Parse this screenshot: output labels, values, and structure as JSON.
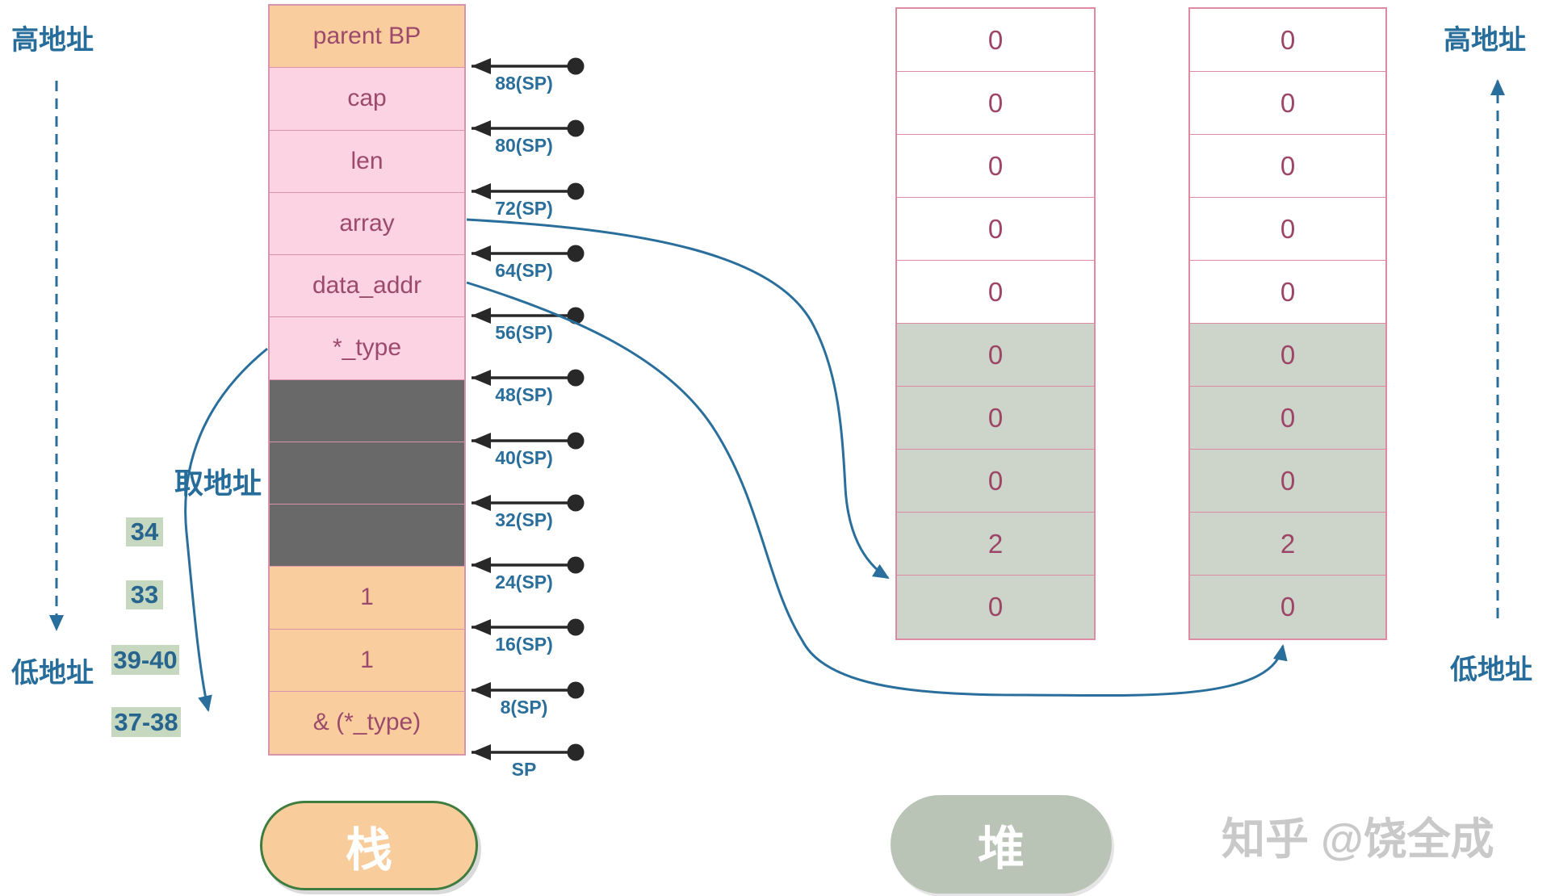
{
  "labels": {
    "high_addr": "高地址",
    "low_addr": "低地址",
    "take_address": "取地址"
  },
  "line_numbers": [
    "34",
    "33",
    "39-40",
    "37-38"
  ],
  "stack": {
    "title": "栈",
    "cells": [
      "parent BP",
      "cap",
      "len",
      "array",
      "data_addr",
      "*_type",
      "",
      "",
      "",
      "1",
      "1",
      "& (*_type)"
    ],
    "sp_offsets": [
      "88(SP)",
      "80(SP)",
      "72(SP)",
      "64(SP)",
      "56(SP)",
      "48(SP)",
      "40(SP)",
      "32(SP)",
      "24(SP)",
      "16(SP)",
      "8(SP)",
      "SP"
    ]
  },
  "heap": {
    "title": "堆",
    "col1": [
      "0",
      "0",
      "0",
      "0",
      "0",
      "0",
      "0",
      "0",
      "2",
      "0"
    ],
    "col2": [
      "0",
      "0",
      "0",
      "0",
      "0",
      "0",
      "0",
      "0",
      "2",
      "0"
    ]
  },
  "watermark": "知乎 @饶全成",
  "colors": {
    "teal": "#2a6f9c",
    "maroon_text": "#9c4a6b",
    "pink_cell": "#fbd3e2",
    "orange_cell": "#f9cd9e",
    "dark_gray_cell": "#696969",
    "sage_cell": "#cdd4c9",
    "green_highlight": "#c6d8c0",
    "stack_border": "#d794ac",
    "heap_border": "#df8aa3",
    "pill_stack_fill": "#f8cc9b",
    "pill_stack_border": "#3f7d3f",
    "pill_heap_fill": "#b9c4b7",
    "arrow_black": "#282828",
    "watermark_gray": "#c9c9c9"
  }
}
